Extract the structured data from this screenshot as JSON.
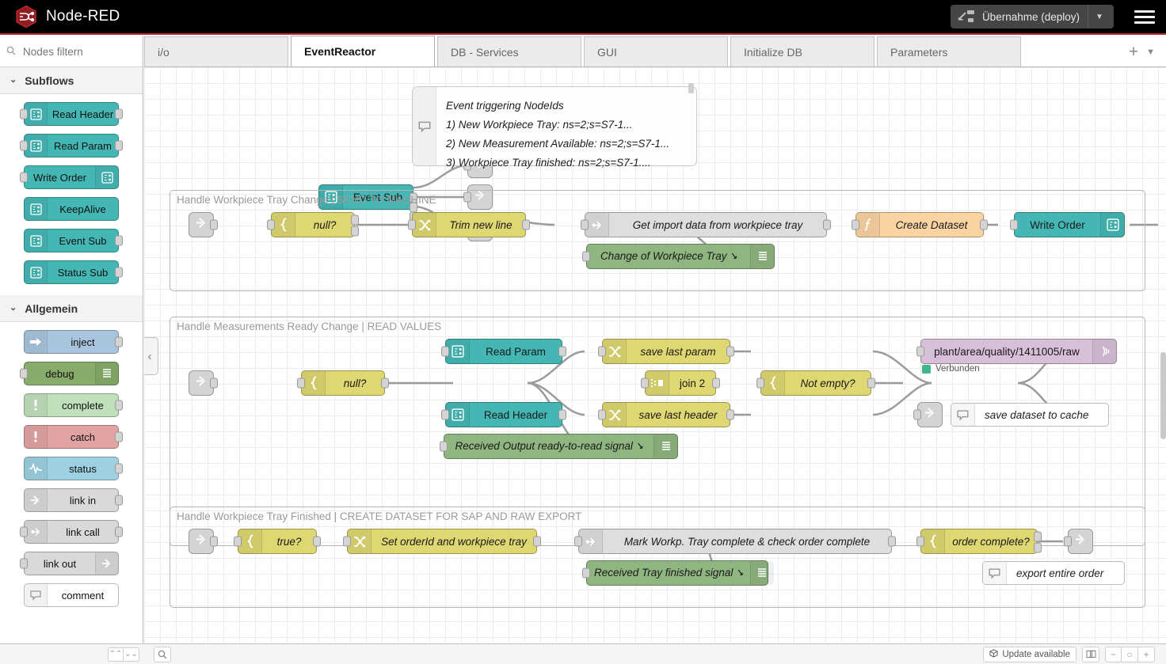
{
  "header": {
    "brand": "Node-RED",
    "logo_icon": "node-red-hexagon-logo",
    "deploy_label": "Übernahme (deploy)",
    "deploy_icon": "deploy-icon",
    "deploy_caret_icon": "chevron-down-icon",
    "menu_icon": "hamburger-menu-icon"
  },
  "palette": {
    "search_placeholder": "Nodes filtern",
    "search_value": "",
    "search_icon": "search-icon",
    "categories": [
      {
        "name": "Subflows",
        "chevron_icon": "chevron-down-icon",
        "nodes": [
          {
            "label": "Read Header",
            "color": "teal",
            "icon": "subflow-icon",
            "icon_side": "left",
            "has_input": true,
            "has_output": true
          },
          {
            "label": "Read Param",
            "color": "teal",
            "icon": "subflow-icon",
            "icon_side": "left",
            "has_input": true,
            "has_output": true
          },
          {
            "label": "Write Order",
            "color": "teal",
            "icon": "subflow-icon",
            "icon_side": "right",
            "has_input": true,
            "has_output": false
          },
          {
            "label": "KeepAlive",
            "color": "teal",
            "icon": "subflow-icon",
            "icon_side": "left",
            "has_input": false,
            "has_output": false
          },
          {
            "label": "Event Sub",
            "color": "teal",
            "icon": "subflow-icon",
            "icon_side": "left",
            "has_input": false,
            "has_output": true
          },
          {
            "label": "Status Sub",
            "color": "teal",
            "icon": "subflow-icon",
            "icon_side": "left",
            "has_input": false,
            "has_output": true
          }
        ]
      },
      {
        "name": "Allgemein",
        "chevron_icon": "chevron-down-icon",
        "nodes": [
          {
            "label": "inject",
            "color": "blue",
            "icon": "inject-arrow-icon",
            "icon_side": "left",
            "has_input": false,
            "has_output": true
          },
          {
            "label": "debug",
            "color": "green",
            "icon": "debug-lines-icon",
            "icon_side": "right",
            "has_input": true,
            "has_output": false
          },
          {
            "label": "complete",
            "color": "lgreen",
            "icon": "exclamation-icon",
            "icon_side": "left",
            "has_input": false,
            "has_output": true
          },
          {
            "label": "catch",
            "color": "red",
            "icon": "exclamation-icon",
            "icon_side": "left",
            "has_input": false,
            "has_output": true
          },
          {
            "label": "status",
            "color": "cyan",
            "icon": "pulse-icon",
            "icon_side": "left",
            "has_input": false,
            "has_output": true
          },
          {
            "label": "link in",
            "color": "gray",
            "icon": "link-icon",
            "icon_side": "left",
            "has_input": false,
            "has_output": true
          },
          {
            "label": "link call",
            "color": "gray",
            "icon": "link-call-icon",
            "icon_side": "left",
            "has_input": true,
            "has_output": true
          },
          {
            "label": "link out",
            "color": "gray",
            "icon": "link-icon",
            "icon_side": "right",
            "has_input": true,
            "has_output": false
          },
          {
            "label": "comment",
            "color": "white",
            "icon": "comment-icon",
            "icon_side": "left",
            "has_input": false,
            "has_output": false
          }
        ]
      }
    ]
  },
  "tabs": {
    "items": [
      {
        "label": "i/o",
        "active": false
      },
      {
        "label": "EventReactor",
        "active": true
      },
      {
        "label": "DB - Services",
        "active": false
      },
      {
        "label": "GUI",
        "active": false
      },
      {
        "label": "Initialize DB",
        "active": false
      },
      {
        "label": "Parameters",
        "active": false
      }
    ],
    "add_icon": "plus-icon",
    "more_icon": "chevron-down-icon"
  },
  "canvas": {
    "collapse_icon": "chevron-left-icon",
    "top_flow": {
      "event_sub_node": {
        "label": "Event Sub",
        "color": "teal",
        "icon": "subflow-icon"
      },
      "link_out_nodes": [
        {
          "icon": "link-out-icon"
        },
        {
          "icon": "link-out-icon"
        },
        {
          "icon": "link-out-icon"
        }
      ],
      "comment": {
        "icon": "comment-icon",
        "lines": [
          "Event triggering NodeIds",
          "1) New Workpiece Tray: ns=2;s=S7-1...",
          "2) New Measurement Available: ns=2;s=S7-1...",
          "3) Workpiece Tray finished: ns=2;s=S7-1...."
        ]
      }
    },
    "groups": [
      {
        "title": "Handle Workpiece Tray Change | SEND TO MACHINE",
        "nodes": [
          {
            "label": "",
            "type": "link-in",
            "icon": "link-in-icon"
          },
          {
            "label": "null?",
            "color": "yellow",
            "icon": "switch-icon"
          },
          {
            "label": "Trim new line",
            "color": "yellow",
            "icon": "change-icon"
          },
          {
            "label": "Get import data from workpiece tray",
            "color": "lgray",
            "icon": "link-call-icon"
          },
          {
            "label": "Change of Workpiece Tray",
            "color": "nodegreen",
            "icon": "debug-lines-icon",
            "suffix_icon": "arrow-down-right-icon"
          },
          {
            "label": "Create Dataset",
            "color": "orange",
            "icon": "function-icon"
          },
          {
            "label": "Write Order",
            "color": "teal",
            "icon": "subflow-icon",
            "plain": true
          }
        ]
      },
      {
        "title": "Handle Measurements Ready Change | READ VALUES",
        "nodes": [
          {
            "label": "",
            "type": "link-in",
            "icon": "link-in-icon"
          },
          {
            "label": "null?",
            "color": "yellow",
            "icon": "switch-icon"
          },
          {
            "label": "Read Param",
            "color": "teal",
            "icon": "subflow-icon",
            "plain": true
          },
          {
            "label": "Read Header",
            "color": "teal",
            "icon": "subflow-icon",
            "plain": true
          },
          {
            "label": "save last param",
            "color": "yellow",
            "icon": "change-icon"
          },
          {
            "label": "save last header",
            "color": "yellow",
            "icon": "change-icon"
          },
          {
            "label": "Received Output ready-to-read signal",
            "color": "nodegreen",
            "icon": "debug-lines-icon",
            "suffix_icon": "arrow-down-right-icon"
          },
          {
            "label": "join 2",
            "color": "yellow",
            "icon": "join-icon",
            "plain": true
          },
          {
            "label": "Not empty?",
            "color": "yellow",
            "icon": "switch-icon"
          },
          {
            "label": "plant/area/quality/1411005/raw",
            "color": "purple",
            "icon": "mqtt-icon",
            "plain": true,
            "status": "Verbunden"
          },
          {
            "label": "save dataset to cache",
            "type": "comment",
            "icon": "comment-icon"
          }
        ]
      },
      {
        "title": "Handle Workpiece Tray Finished | CREATE DATASET FOR SAP AND RAW EXPORT",
        "nodes": [
          {
            "label": "",
            "type": "link-in",
            "icon": "link-in-icon"
          },
          {
            "label": "true?",
            "color": "yellow",
            "icon": "switch-icon"
          },
          {
            "label": "Set orderId and workpiece tray",
            "color": "yellow",
            "icon": "change-icon"
          },
          {
            "label": "Mark Workp. Tray complete & check order complete",
            "color": "lgray",
            "icon": "link-call-icon"
          },
          {
            "label": "Received Tray finished signal",
            "color": "nodegreen",
            "icon": "debug-lines-icon",
            "suffix_icon": "arrow-down-right-icon"
          },
          {
            "label": "order complete?",
            "color": "yellow",
            "icon": "switch-icon"
          },
          {
            "label": "",
            "type": "link-out",
            "icon": "link-out-icon"
          },
          {
            "label": "export entire order",
            "type": "comment",
            "icon": "comment-icon"
          }
        ]
      }
    ],
    "mqtt_status_label": "Verbunden"
  },
  "footer": {
    "scroll_up_icon": "chevrons-up-icon",
    "scroll_down_icon": "chevrons-down-icon",
    "search_icon": "search-icon",
    "update_label": "Update available",
    "update_icon": "cube-icon",
    "book_icon": "book-icon",
    "zoom_out_icon": "minus-icon",
    "zoom_reset_icon": "circle-icon",
    "zoom_in_icon": "plus-icon"
  },
  "colors": {
    "brand_red": "#c1272d",
    "teal": "#44b7b5",
    "yellow": "#dfd772",
    "green": "#8fb580",
    "purple": "#d8bfd8",
    "orange": "#fad3a2",
    "status_green": "#3fb68b"
  }
}
